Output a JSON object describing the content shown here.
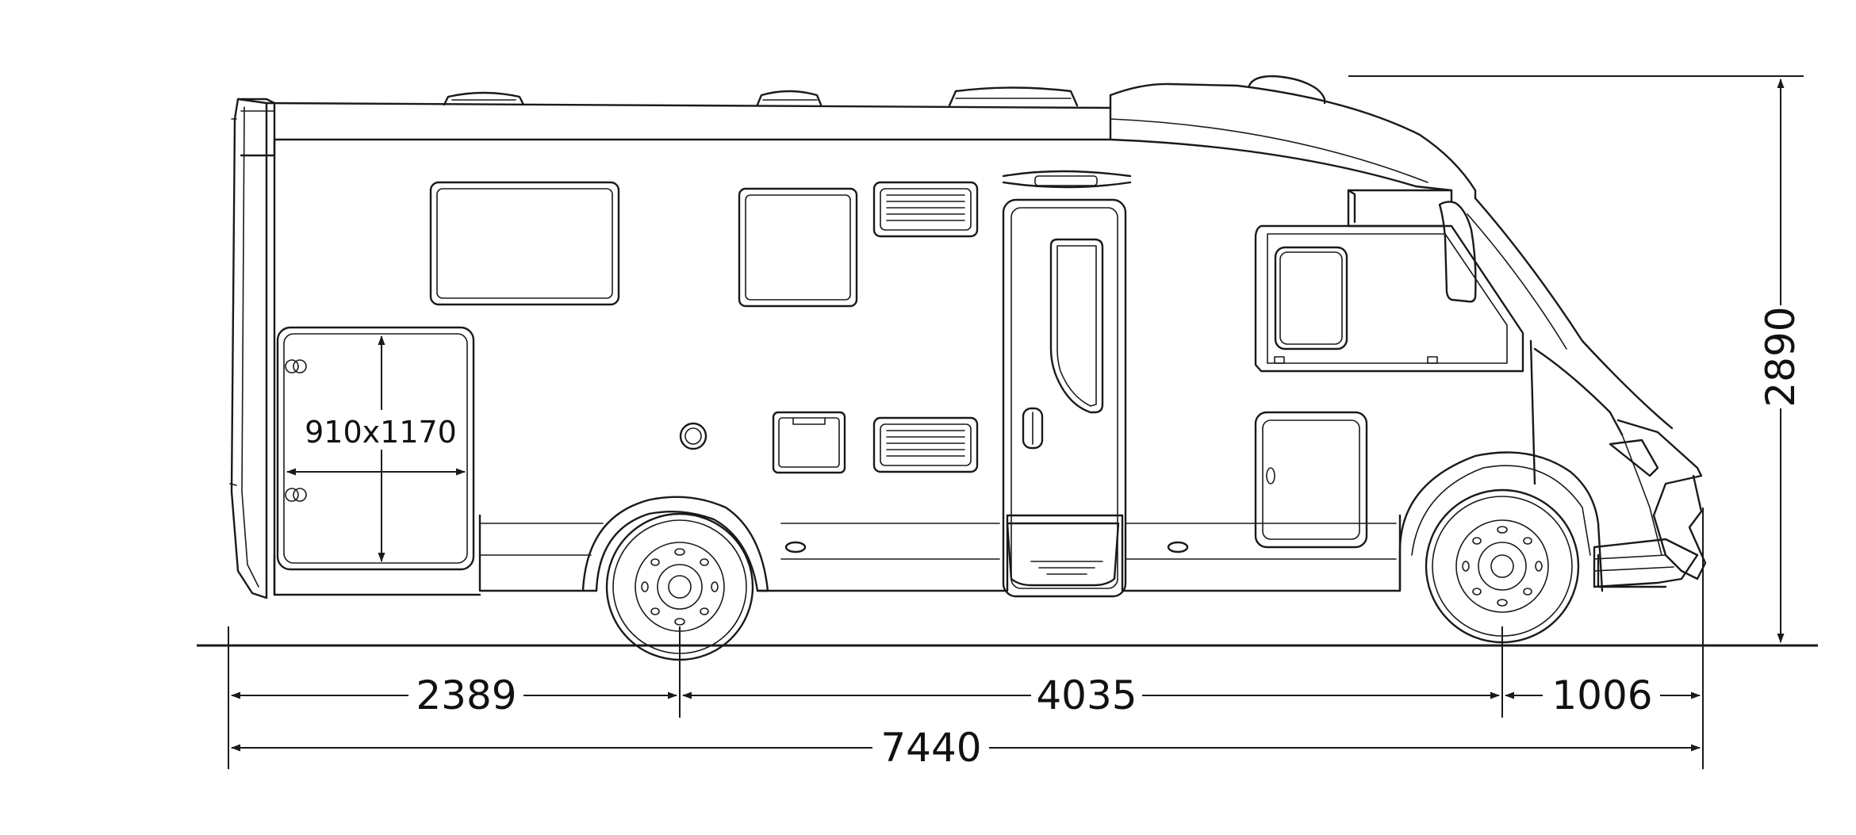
{
  "drawing": {
    "subject": "motorhome-side-elevation",
    "line_color": "#1a1a1a",
    "background": "#ffffff"
  },
  "dimensions": {
    "rear_overhang": "2389",
    "wheelbase": "4035",
    "front_overhang": "1006",
    "overall_length": "7440",
    "overall_height": "2890"
  },
  "annotations": {
    "garage_door_size": "910x1170"
  }
}
